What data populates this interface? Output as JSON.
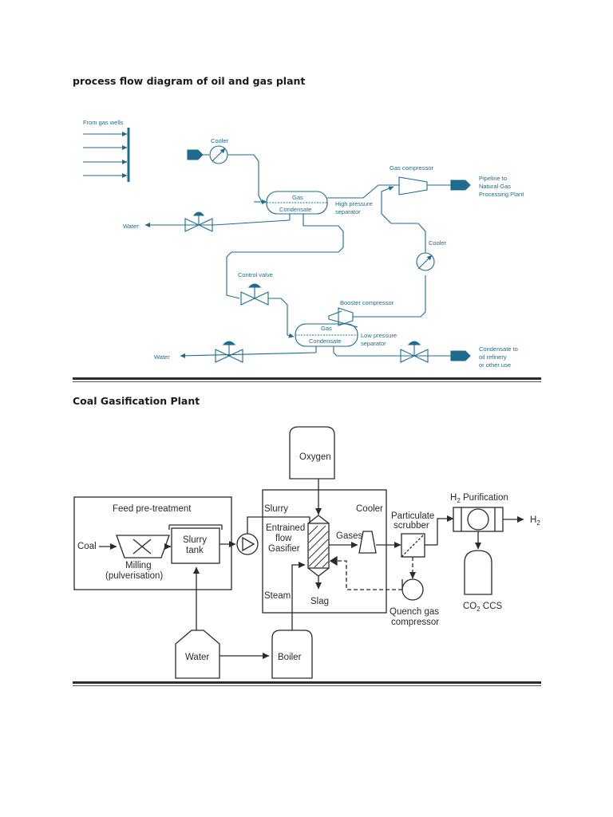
{
  "section1": {
    "heading": "process flow diagram of oil and gas plant",
    "labels": {
      "from_gas_wells": "From gas wells",
      "cooler_top": "Cooler",
      "gas_compressor": "Gas compressor",
      "pipeline": [
        "Pipeline to",
        "Natural Gas",
        "Processing Plant"
      ],
      "gas_hp": "Gas",
      "condensate_hp": "Condensate",
      "hp_separator": [
        "High pressure",
        "separator"
      ],
      "water_top": "Water",
      "cooler_right": "Cooler",
      "control_valve": "Control valve",
      "booster_compressor": "Booster compressor",
      "gas_lp": "Gas",
      "condensate_lp": "Condensate",
      "lp_separator": [
        "Low pressure",
        "separator"
      ],
      "water_bottom": "Water",
      "condensate_out": [
        "Condensate to",
        "oil refinery",
        "or other use"
      ]
    },
    "colors": {
      "line": "#1f6b8e",
      "fill": "#1f6b8e"
    }
  },
  "section2": {
    "heading": "Coal Gasification Plant",
    "labels": {
      "oxygen": "Oxygen",
      "feed_pretreatment": "Feed pre-treatment",
      "slurry": "Slurry",
      "cooler": "Cooler",
      "particulate_scrubber": [
        "Particulate",
        "scrubber"
      ],
      "h2_purification_prefix": "H",
      "h2_purification_sub": "2",
      "h2_purification_suffix": " Purification",
      "h2_out": "H",
      "h2_out_sub": "2",
      "coal": "Coal",
      "slurry_tank": [
        "Slurry",
        "tank"
      ],
      "entrained_flow_gasifier": [
        "Entrained",
        "flow",
        "Gasifier"
      ],
      "gases": "Gases",
      "milling": [
        "Milling",
        "(pulverisation)"
      ],
      "steam": "Steam",
      "slag": "Slag",
      "quench_gas_compressor": [
        "Quench gas",
        "compressor"
      ],
      "co2_ccs_prefix": "CO",
      "co2_ccs_sub": "2",
      "co2_ccs_suffix": " CCS",
      "water": "Water",
      "boiler": "Boiler"
    },
    "colors": {
      "line": "#2a2a2a"
    }
  }
}
